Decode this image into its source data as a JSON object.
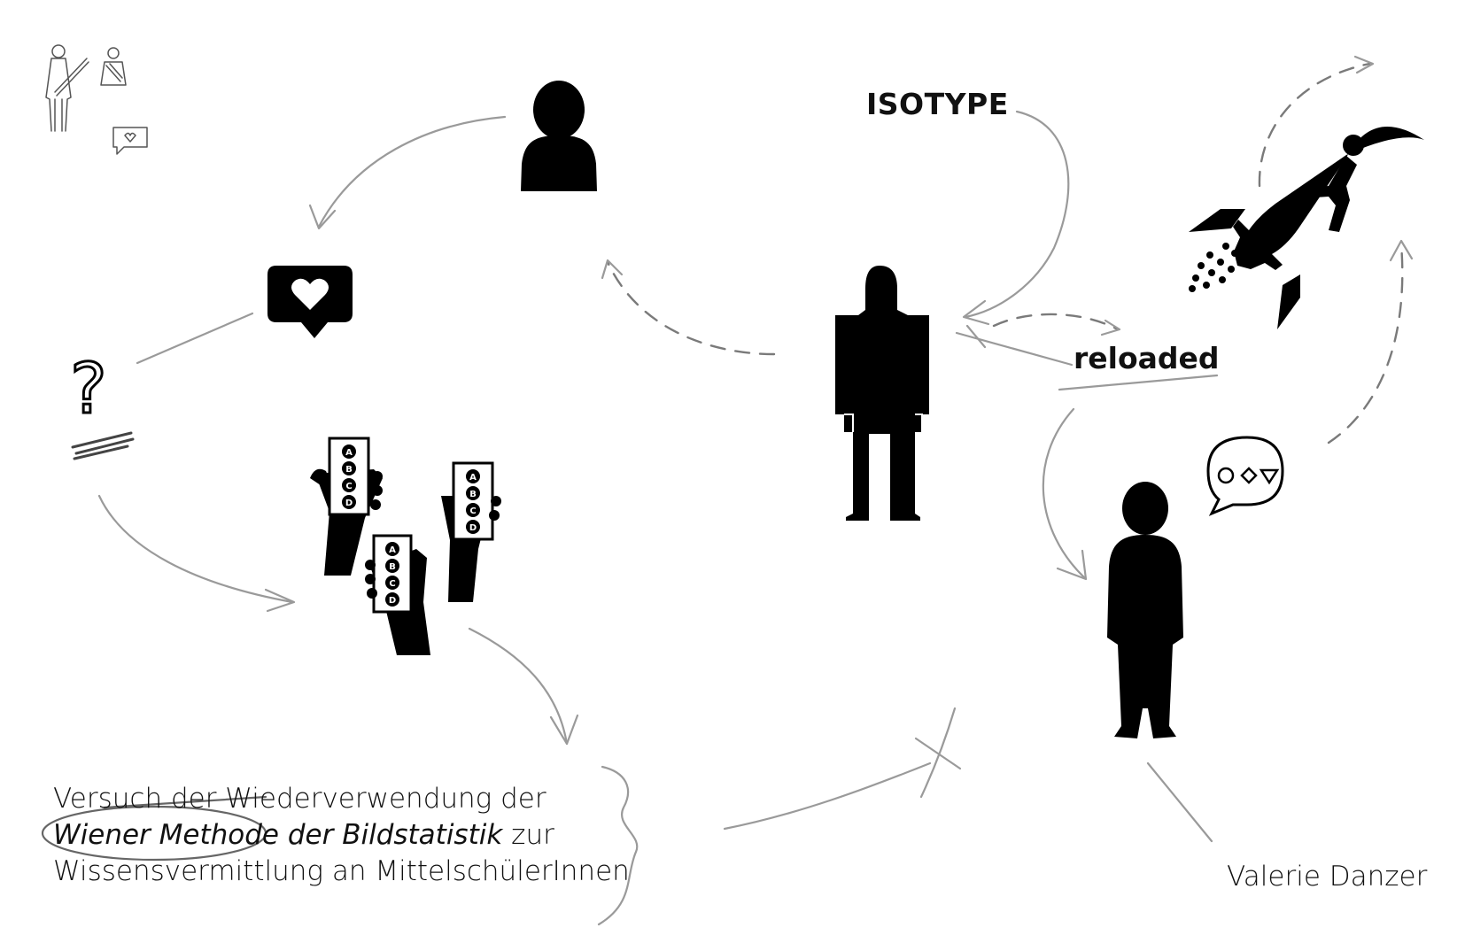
{
  "title": "ISOTYPE",
  "subtitle": "reloaded",
  "caption": {
    "line1": "Versuch der Wiederverwendung der",
    "line2_italic_a": "Wiener Methode der Bildstatistik",
    "line2_rest": " zur",
    "line3": "Wissensvermittlung an MittelschülerInnen"
  },
  "author": "Valerie Danzer",
  "card_letters": [
    "A",
    "B",
    "C",
    "D"
  ],
  "colors": {
    "ink": "#000000",
    "pencil": "#9a9a9a",
    "background": "#ffffff"
  }
}
